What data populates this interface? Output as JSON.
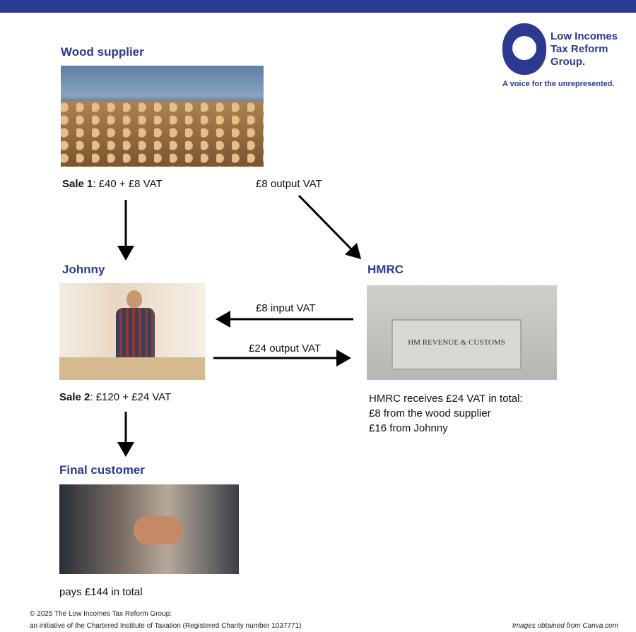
{
  "logo": {
    "line1": "Low Incomes",
    "line2": "Tax Reform",
    "line3": "Group.",
    "tagline": "A voice for the unrepresented."
  },
  "wood": {
    "title": "Wood supplier",
    "sale_bold": "Sale 1",
    "sale_rest": ": £40 + £8 VAT",
    "output": "£8 output VAT"
  },
  "johnny": {
    "title": "Johnny",
    "sale_bold": "Sale 2",
    "sale_rest": ": £120 + £24 VAT"
  },
  "hmrc": {
    "title": "HMRC",
    "sign": "HM REVENUE & CUSTOMS",
    "input_vat": "£8 input VAT",
    "output_vat": "£24 output VAT",
    "line1": "HMRC receives £24 VAT in total:",
    "line2": "£8 from the wood supplier",
    "line3": "£16 from Johnny"
  },
  "customer": {
    "title": "Final customer",
    "pays": "pays £144 in total"
  },
  "footer": {
    "line1": "© 2025 The Low Incomes Tax Reform Group:",
    "line2": "an initiative of the Chartered Institute of Taxation (Registered Charity number 1037771)",
    "credit": "Images obtained from Canva.com"
  },
  "colors": {
    "brand": "#2b3990"
  }
}
